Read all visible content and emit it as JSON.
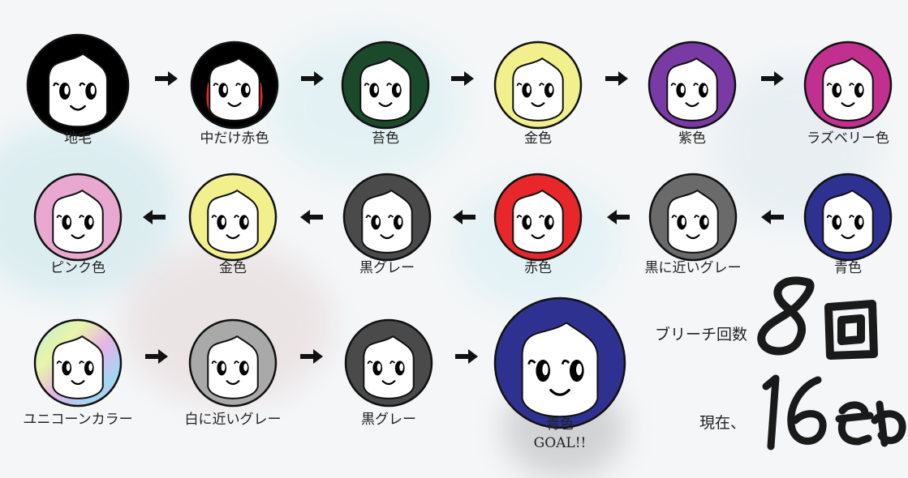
{
  "faces": [
    {
      "label": "地毛",
      "hair": "#000000"
    },
    {
      "label": "中だけ赤色",
      "hair": "#000000",
      "inner": "#e02a2a"
    },
    {
      "label": "苔色",
      "hair": "#1b4a2b"
    },
    {
      "label": "金色",
      "hair": "#f1f08d"
    },
    {
      "label": "紫色",
      "hair": "#7a3aa6"
    },
    {
      "label": "ラズベリー色",
      "hair": "#c2308f"
    },
    {
      "label": "ピンク色",
      "hair": "#e8a8cf"
    },
    {
      "label": "金色",
      "hair": "#f1f08d"
    },
    {
      "label": "黒グレー",
      "hair": "#4a4a4a"
    },
    {
      "label": "赤色",
      "hair": "#e8272a"
    },
    {
      "label": "黒に近いグレー",
      "hair": "#6a6a6a"
    },
    {
      "label": "青色",
      "hair": "#2e3190"
    },
    {
      "label": "ユニコーンカラー",
      "hair": "#cfe9b2",
      "rainbow": true
    },
    {
      "label": "白に近いグレー",
      "hair": "#a9a9a9"
    },
    {
      "label": "黒グレー",
      "hair": "#4a4a4a"
    },
    {
      "label": "青色",
      "hair": "#2e3190"
    }
  ],
  "goal_label": "GOAL!!",
  "bleach_label": "ブリーチ回数",
  "bleach_count_handwritten": "8回",
  "current_label": "現在、",
  "current_count_handwritten": "16色め"
}
